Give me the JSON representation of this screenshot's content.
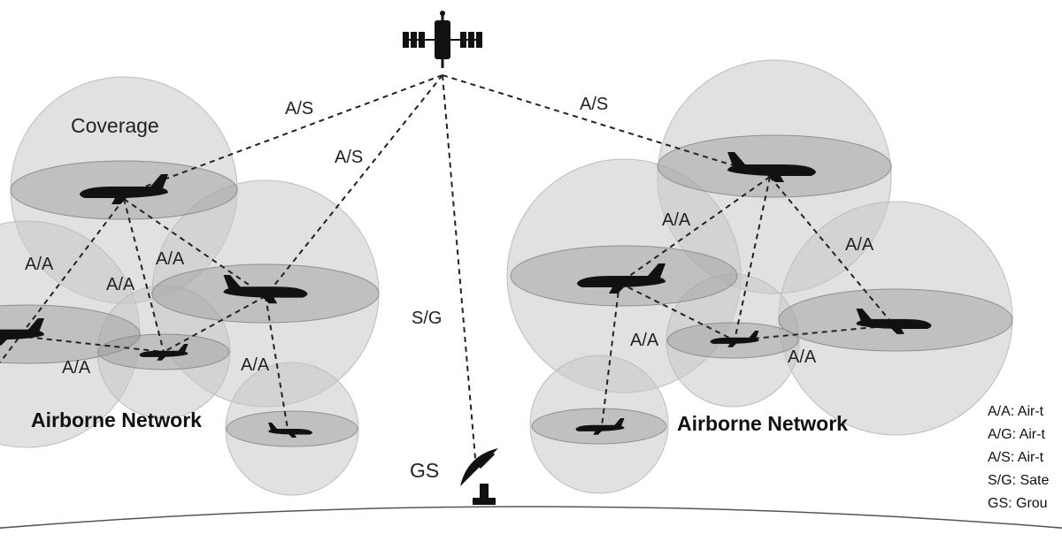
{
  "labels": {
    "coverage": "Coverage",
    "a_s": "A/S",
    "a_a": "A/A",
    "s_g": "S/G",
    "gs": "GS",
    "network_left": "Airborne Network",
    "network_right": "Airborne Network"
  },
  "legend": [
    "A/A: Air-t",
    "A/G: Air-t",
    "A/S: Air-t",
    "S/G: Sate",
    "GS: Grou"
  ]
}
